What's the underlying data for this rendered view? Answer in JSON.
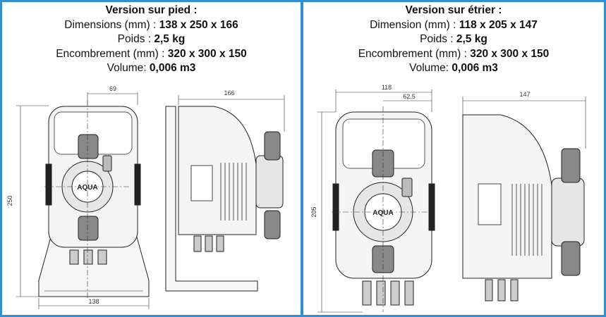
{
  "left": {
    "title": "Version sur pied :",
    "lines": [
      {
        "label": "Dimensions (mm) : ",
        "value": "138 x 250 x 166"
      },
      {
        "label": "Poids : ",
        "value": "2,5 kg"
      },
      {
        "label": "Encombrement (mm) : ",
        "value": "320 x 300 x 150"
      },
      {
        "label": "Volume: ",
        "value": "0,006 m3"
      }
    ],
    "dims": {
      "top_offset": "69",
      "side_depth": "166",
      "height": "250",
      "width": "138"
    },
    "logo": "AQUA"
  },
  "right": {
    "title": "Version sur étrier :",
    "lines": [
      {
        "label": "Dimension (mm) : ",
        "value": "118 x 205 x 147"
      },
      {
        "label": "Poids : ",
        "value": "2,5 kg"
      },
      {
        "label": "Encombrement (mm) : ",
        "value": "320 x 300 x 150"
      },
      {
        "label": "Volume: ",
        "value": "0,006 m3"
      }
    ],
    "dims": {
      "width": "118",
      "offset": "62.5",
      "side_depth": "147",
      "height": "205"
    },
    "logo": "AQUA"
  }
}
